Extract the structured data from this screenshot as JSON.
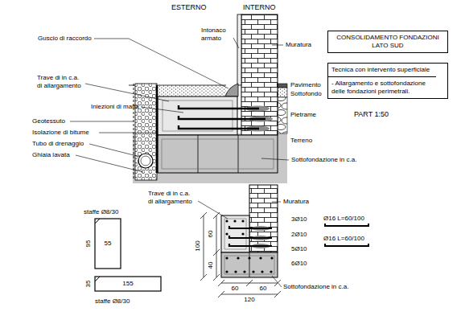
{
  "diagram": {
    "nodes": [
      {
        "text": [
          "CONSOLIDAMENTO FONDAZIONI LATO SUD"
        ]
      },
      {
        "text": [
          "Tecnica con intervento superficiale",
          "- Allargamento e sottofondazione delle fondazioni perimetrali."
        ]
      }
    ],
    "labels": [
      "ESTERNO",
      "INTERNO",
      "Intonaco armato",
      "Guscio di raccordo",
      "Muratura",
      "Trave di in c.a. di allargamento",
      "Pavimento",
      "Sottofondo",
      "Iniezioni di malta",
      "Pietrame",
      "Geotessuto",
      "Isolazione di bitume",
      "Tubo di drenaggio",
      "Terreno",
      "Ghiaia lavata",
      "Sottofondazione in c.a.",
      "PART 1:50",
      "staffe Ø8/30",
      "95",
      "55",
      "35",
      "155",
      "staffe Ø8/30",
      "Trave di in c.a. di allargamento",
      "Muratura",
      "3Ø10",
      "Ø16 L=60/100",
      "2Ø10",
      "Ø16 L=60/100",
      "5Ø10",
      "6Ø10",
      "100",
      "60",
      "40",
      "60",
      "60",
      "120",
      "Sottofondazione in c.a."
    ]
  }
}
